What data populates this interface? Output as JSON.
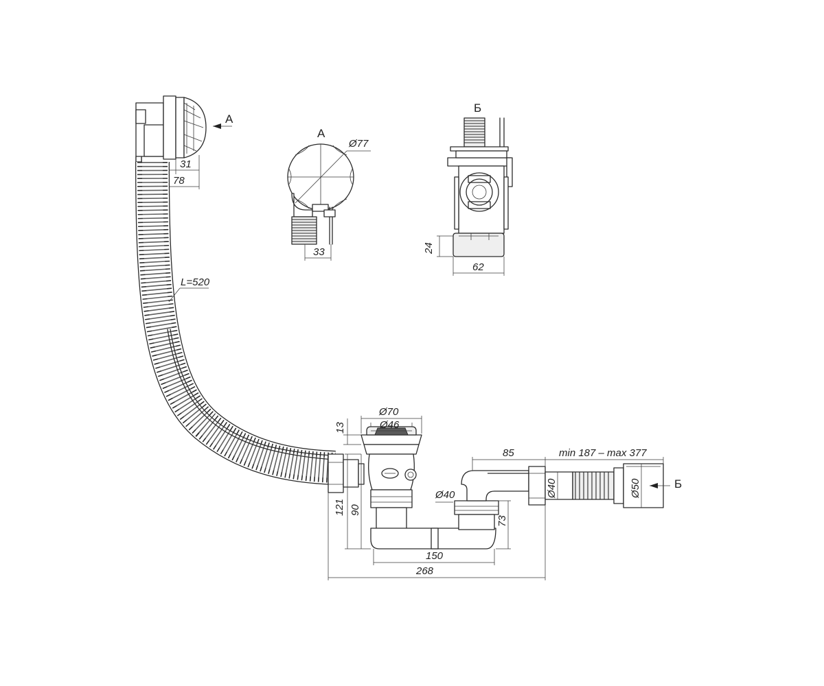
{
  "drawing": {
    "view_markers": {
      "a_main": "А",
      "a_detail": "А",
      "b_detail": "Б",
      "b_main": "Б"
    },
    "dimensions": {
      "overflow_head_depth": "31",
      "overflow_head_total": "78",
      "overflow_diameter": "Ø77",
      "overflow_outlet_width": "33",
      "overflow_flange_height": "24",
      "overflow_flange_width": "62",
      "hose_length": "L=520",
      "drain_outer_diameter": "Ø70",
      "drain_inner_diameter": "Ø46",
      "drain_flange_height": "13",
      "outlet_horizontal": "85",
      "outlet_extension": "min 187 – max 377",
      "trap_inlet_diameter": "Ø40",
      "outlet_pipe_diameter": "Ø40",
      "outlet_connector_diameter": "Ø50",
      "total_height": "121",
      "drain_height": "90",
      "trap_height": "73",
      "trap_width": "150",
      "total_width": "268"
    }
  }
}
